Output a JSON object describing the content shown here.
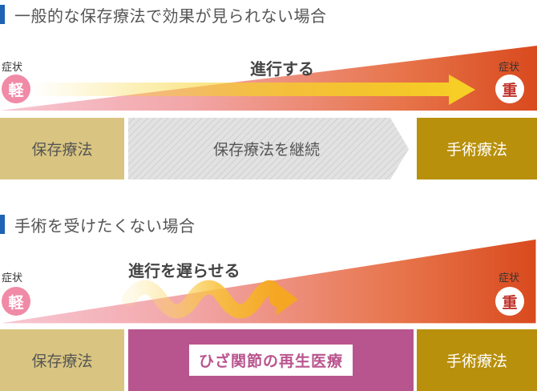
{
  "section1": {
    "heading": "一般的な保存療法で効果が見られない場合",
    "symptom_label_left": "症状",
    "symptom_badge_left": "軽",
    "symptom_label_right": "症状",
    "symptom_badge_right": "重",
    "progress_text": "進行する",
    "boxes": [
      "保存療法",
      "保存療法を継続",
      "手術療法"
    ]
  },
  "section2": {
    "heading": "手術を受けたくない場合",
    "symptom_label_left": "症状",
    "symptom_badge_left": "軽",
    "symptom_label_right": "症状",
    "symptom_badge_right": "重",
    "progress_text": "進行を遅らせる",
    "boxes": [
      "保存療法",
      "ひざ関節の再生医療",
      "手術療法"
    ]
  },
  "colors": {
    "heading_bar": "#1f64b4",
    "light_badge": "#f08aa6",
    "heavy_accent": "#c0322a",
    "tan_box": "#d9c581",
    "gold_box": "#b8900b",
    "pink_box": "#b9558e",
    "arrow_yellow": "#f6d126"
  }
}
